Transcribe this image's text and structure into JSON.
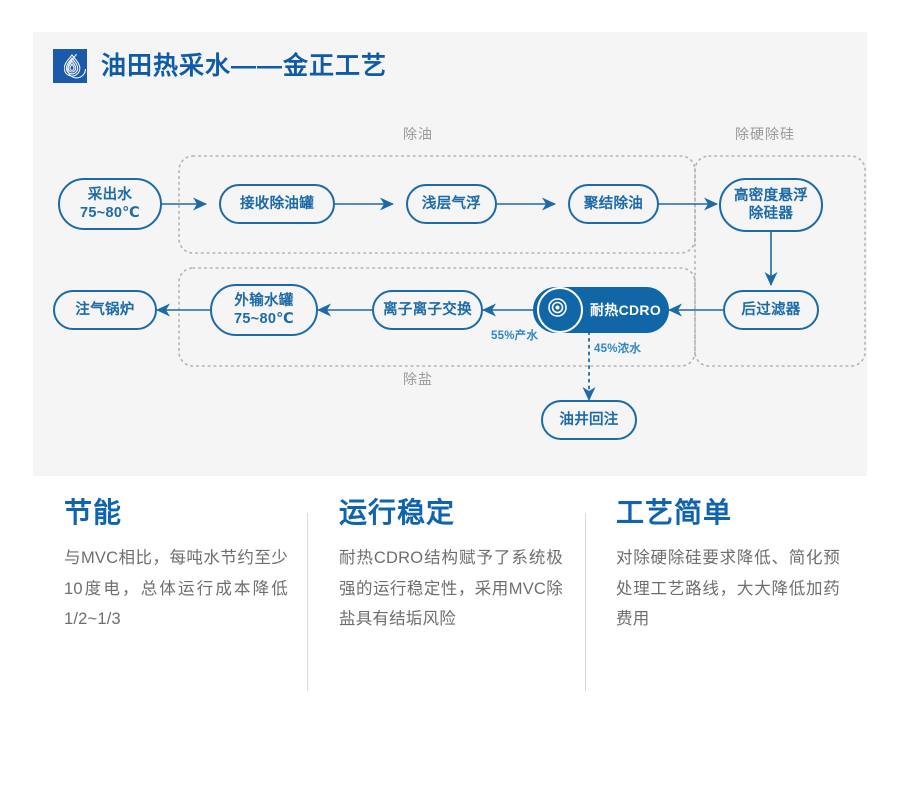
{
  "header": {
    "logo_icon": "water-drop-ripple-logo",
    "title": "油田热采水——金正工艺",
    "brand_color": "#0f5ba8"
  },
  "diagram": {
    "groups": [
      {
        "id": "deoiling",
        "caption": "除油"
      },
      {
        "id": "desilication",
        "caption": "除硬除硅"
      },
      {
        "id": "desalination",
        "caption": "除盐"
      }
    ],
    "nodes": [
      {
        "id": "produced-water",
        "line1": "采出水",
        "line2": "75~80℃"
      },
      {
        "id": "receiving-deoiling-tank",
        "line1": "接收除油罐",
        "line2": ""
      },
      {
        "id": "shallow-air-flotation",
        "line1": "浅层气浮",
        "line2": ""
      },
      {
        "id": "coalescence-deoiling",
        "line1": "聚结除油",
        "line2": ""
      },
      {
        "id": "high-density-desilicator",
        "line1": "高密度悬浮",
        "line2": "除硅器"
      },
      {
        "id": "post-filter",
        "line1": "后过滤器",
        "line2": ""
      },
      {
        "id": "heat-resistant-cdro",
        "line1": "耐热CDRO",
        "line2": "",
        "icon": "target-circle-icon",
        "filled": true
      },
      {
        "id": "ion-exchange",
        "line1": "离子离子交换",
        "line2": ""
      },
      {
        "id": "export-water-tank",
        "line1": "外输水罐",
        "line2": "75~80℃"
      },
      {
        "id": "steam-injection-boiler",
        "line1": "注气锅炉",
        "line2": ""
      },
      {
        "id": "well-reinjection",
        "line1": "油井回注",
        "line2": ""
      }
    ],
    "flow_labels": [
      {
        "id": "permeate",
        "text": "55%产水"
      },
      {
        "id": "concentrate",
        "text": "45%浓水"
      }
    ],
    "line_color": "#1d6aa8",
    "accent_color": "#1166a8"
  },
  "features": [
    {
      "id": "energy-saving",
      "title": "节能",
      "body": "与MVC相比，每吨水节约至少10度电，总体运行成本降低1/2~1/3"
    },
    {
      "id": "stable-operation",
      "title": "运行稳定",
      "body": "耐热CDRO结构赋予了系统极强的运行稳定性，采用MVC除盐具有结垢风险"
    },
    {
      "id": "simple-process",
      "title": "工艺简单",
      "body": "对除硬除硅要求降低、简化预处理工艺路线，大大降低加药费用"
    }
  ]
}
